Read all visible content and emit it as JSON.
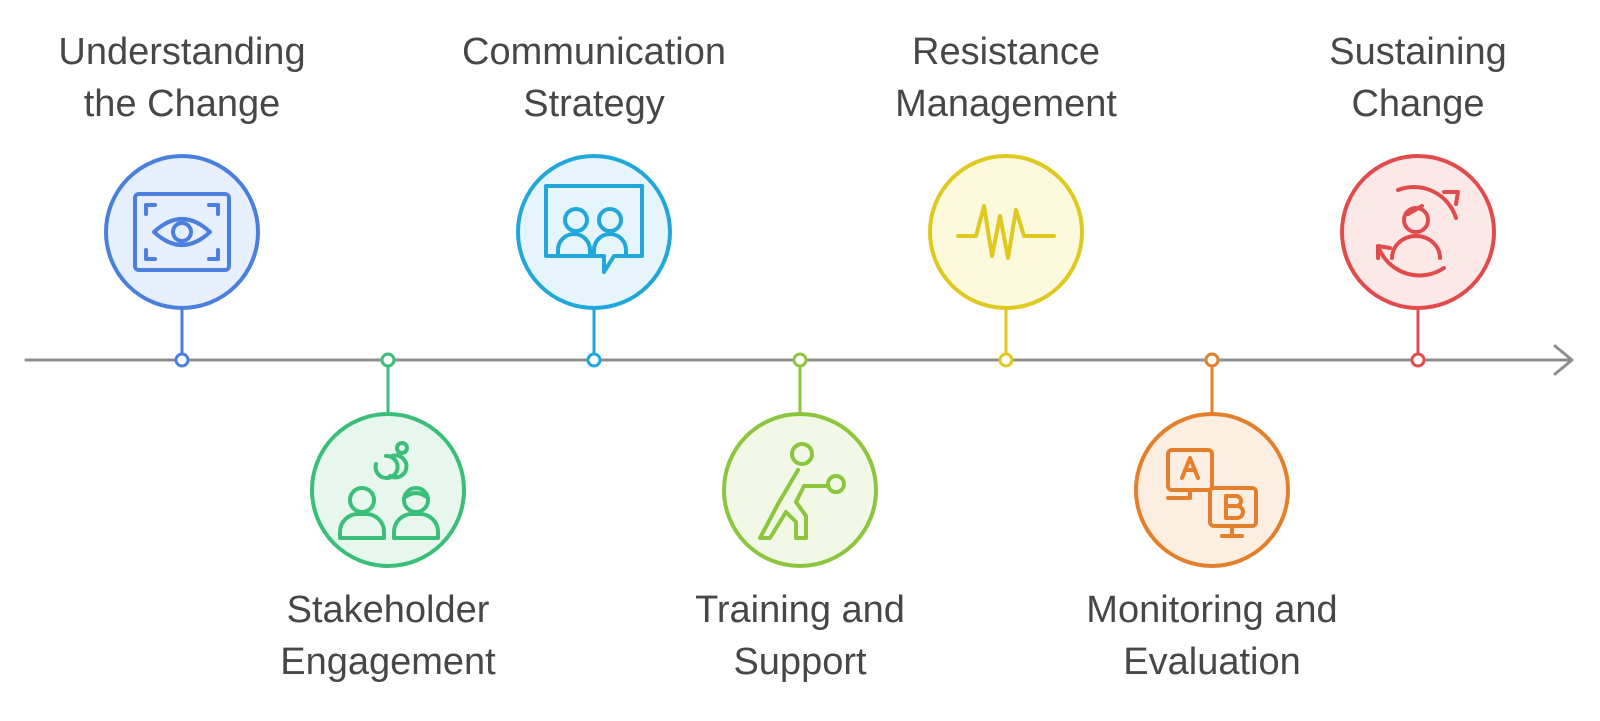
{
  "timeline": {
    "line_color": "#8e8e8e",
    "stages": [
      {
        "lines": [
          "Understanding",
          "the Change"
        ],
        "color": "#4a7fe0",
        "fill": "#e8effc",
        "icon": "eye-icon",
        "position": "above"
      },
      {
        "lines": [
          "Stakeholder",
          "Engagement"
        ],
        "color": "#3bbf78",
        "fill": "#e7f7ee",
        "icon": "people-link-icon",
        "position": "below"
      },
      {
        "lines": [
          "Communication",
          "Strategy"
        ],
        "color": "#22a7db",
        "fill": "#e5f5fb",
        "icon": "chat-people-icon",
        "position": "above"
      },
      {
        "lines": [
          "Training and",
          "Support"
        ],
        "color": "#8cc63e",
        "fill": "#f1f9e6",
        "icon": "training-icon",
        "position": "below"
      },
      {
        "lines": [
          "Resistance",
          "Management"
        ],
        "color": "#e0c91f",
        "fill": "#fcf9dc",
        "icon": "pulse-icon",
        "position": "above"
      },
      {
        "lines": [
          "Monitoring and",
          "Evaluation"
        ],
        "color": "#e47f2b",
        "fill": "#fdeee2",
        "icon": "ab-test-icon",
        "position": "below"
      },
      {
        "lines": [
          "Sustaining",
          "Change"
        ],
        "color": "#e04c4c",
        "fill": "#fde8e8",
        "icon": "cycle-person-icon",
        "position": "above"
      }
    ]
  }
}
